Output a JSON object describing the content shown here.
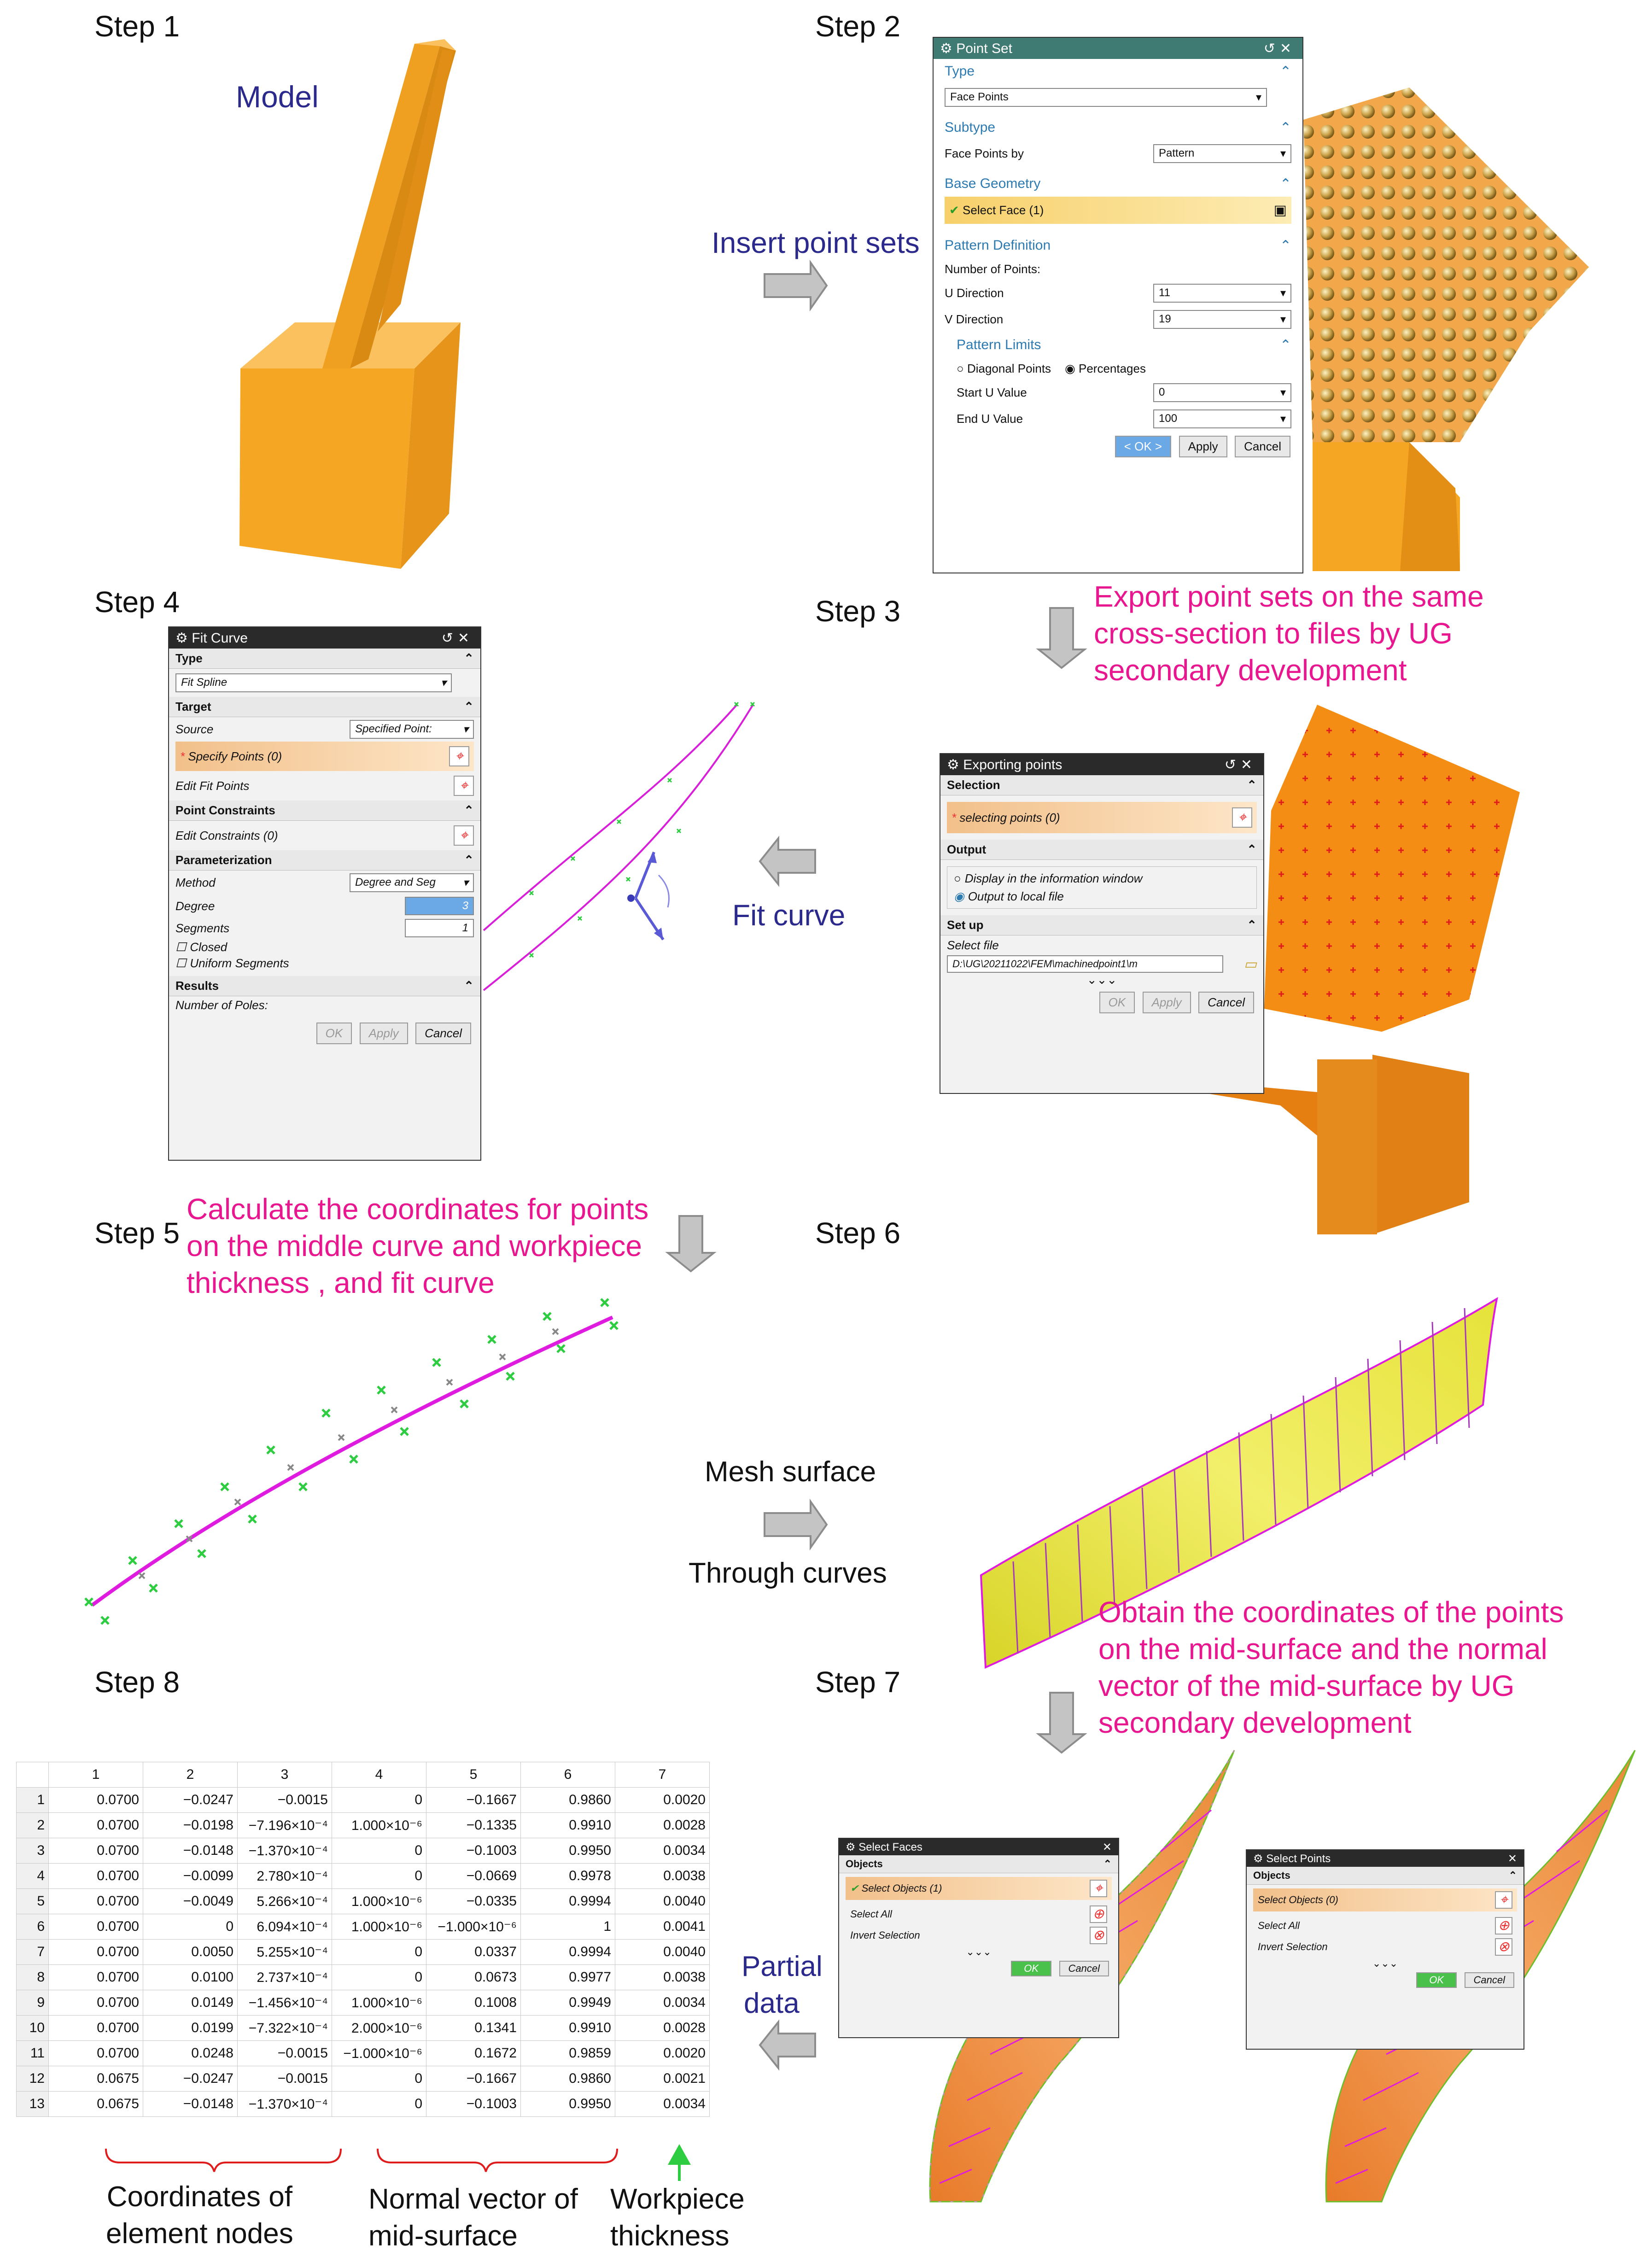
{
  "steps": {
    "s1": "Step 1",
    "s2": "Step 2",
    "s3": "Step 3",
    "s4": "Step 4",
    "s5": "Step 5",
    "s6": "Step 6",
    "s7": "Step 7",
    "s8": "Step 8"
  },
  "labels": {
    "model": "Model",
    "insert": "Insert point sets",
    "export1": "Export point sets on the same",
    "export2": "cross-section to files by UG",
    "export3": "secondary development",
    "fit": "Fit curve",
    "calc1": "Calculate the coordinates for points",
    "calc2": "on the middle curve and workpiece",
    "calc3": "thickness , and  fit curve",
    "mesh": "Mesh surface",
    "through": "Through curves",
    "obtain1": "Obtain the coordinates of the points",
    "obtain2": "on the mid-surface and the normal",
    "obtain3": "vector of the mid-surface by UG",
    "obtain4": "secondary development",
    "partial1": "Partial",
    "partial2": "data",
    "coord1": "Coordinates of",
    "coord2": "element nodes",
    "normal1": "Normal vector of",
    "normal2": "mid-surface",
    "thick1": "Workpiece",
    "thick2": "thickness"
  },
  "colors": {
    "orange": "#f5a623",
    "magenta": "#e8168f",
    "navy": "#2b2a8c",
    "arrow": "#b8b8b8",
    "green": "#2ecc40",
    "red": "#e01b1b"
  },
  "point_set": {
    "title": "Point Set",
    "type_h": "Type",
    "type_v": "Face Points",
    "subtype_h": "Subtype",
    "fpb_l": "Face Points by",
    "fpb_v": "Pattern",
    "base_h": "Base Geometry",
    "sel_face": "Select Face (1)",
    "pattern_h": "Pattern Definition",
    "num_pts": "Number of Points:",
    "u_l": "U Direction",
    "u_v": "11",
    "v_l": "V Direction",
    "v_v": "19",
    "limits_h": "Pattern Limits",
    "diag": "Diagonal Points",
    "perc": "Percentages",
    "su_l": "Start U Value",
    "su_v": "0",
    "eu_l": "End U Value",
    "eu_v": "100",
    "ok": "< OK >",
    "apply": "Apply",
    "cancel": "Cancel"
  },
  "fit_curve": {
    "title": "Fit Curve",
    "type_h": "Type",
    "type_v": "Fit Spline",
    "target_h": "Target",
    "source_l": "Source",
    "source_v": "Specified Point:",
    "specify": "Specify Points (0)",
    "edit_fit": "Edit Fit Points",
    "pc_h": "Point Constraints",
    "edit_c": "Edit Constraints (0)",
    "param_h": "Parameterization",
    "method_l": "Method",
    "method_v": "Degree and Seg",
    "degree_l": "Degree",
    "degree_v": "3",
    "seg_l": "Segments",
    "seg_v": "1",
    "closed": "Closed",
    "uniform": "Uniform Segments",
    "results_h": "Results",
    "poles": "Number of Poles:",
    "ok": "OK",
    "apply": "Apply",
    "cancel": "Cancel"
  },
  "export_dlg": {
    "title": "Exporting points",
    "sel_h": "Selection",
    "sel_v": "selecting points (0)",
    "out_h": "Output",
    "opt1": "Display in the information window",
    "opt2": "Output to local file",
    "setup_h": "Set up",
    "file_l": "Select file",
    "file_v": "D:\\UG\\20211022\\FEM\\machinedpoint1\\m",
    "ok": "OK",
    "apply": "Apply",
    "cancel": "Cancel"
  },
  "sel_faces": {
    "title": "Select Faces",
    "obj_h": "Objects",
    "sel": "Select Objects (1)",
    "all": "Select All",
    "inv": "Invert Selection",
    "ok": "OK",
    "cancel": "Cancel"
  },
  "sel_points": {
    "title": "Select Points",
    "obj_h": "Objects",
    "sel": "Select Objects (0)",
    "all": "Select All",
    "inv": "Invert Selection",
    "ok": "OK",
    "cancel": "Cancel"
  },
  "table": {
    "columns": [
      "1",
      "2",
      "3",
      "4",
      "5",
      "6",
      "7"
    ],
    "rows": [
      [
        "1",
        "0.0700",
        "−0.0247",
        "−0.0015",
        "0",
        "−0.1667",
        "0.9860",
        "0.0020"
      ],
      [
        "2",
        "0.0700",
        "−0.0198",
        "−7.196×10⁻⁴",
        "1.000×10⁻⁶",
        "−0.1335",
        "0.9910",
        "0.0028"
      ],
      [
        "3",
        "0.0700",
        "−0.0148",
        "−1.370×10⁻⁴",
        "0",
        "−0.1003",
        "0.9950",
        "0.0034"
      ],
      [
        "4",
        "0.0700",
        "−0.0099",
        "2.780×10⁻⁴",
        "0",
        "−0.0669",
        "0.9978",
        "0.0038"
      ],
      [
        "5",
        "0.0700",
        "−0.0049",
        "5.266×10⁻⁴",
        "1.000×10⁻⁶",
        "−0.0335",
        "0.9994",
        "0.0040"
      ],
      [
        "6",
        "0.0700",
        "0",
        "6.094×10⁻⁴",
        "1.000×10⁻⁶",
        "−1.000×10⁻⁶",
        "1",
        "0.0041"
      ],
      [
        "7",
        "0.0700",
        "0.0050",
        "5.255×10⁻⁴",
        "0",
        "0.0337",
        "0.9994",
        "0.0040"
      ],
      [
        "8",
        "0.0700",
        "0.0100",
        "2.737×10⁻⁴",
        "0",
        "0.0673",
        "0.9977",
        "0.0038"
      ],
      [
        "9",
        "0.0700",
        "0.0149",
        "−1.456×10⁻⁴",
        "1.000×10⁻⁶",
        "0.1008",
        "0.9949",
        "0.0034"
      ],
      [
        "10",
        "0.0700",
        "0.0199",
        "−7.322×10⁻⁴",
        "2.000×10⁻⁶",
        "0.1341",
        "0.9910",
        "0.0028"
      ],
      [
        "11",
        "0.0700",
        "0.0248",
        "−0.0015",
        "−1.000×10⁻⁶",
        "0.1672",
        "0.9859",
        "0.0020"
      ],
      [
        "12",
        "0.0675",
        "−0.0247",
        "−0.0015",
        "0",
        "−0.1667",
        "0.9860",
        "0.0021"
      ],
      [
        "13",
        "0.0675",
        "−0.0148",
        "−1.370×10⁻⁴",
        "0",
        "−0.1003",
        "0.9950",
        "0.0034"
      ]
    ]
  }
}
